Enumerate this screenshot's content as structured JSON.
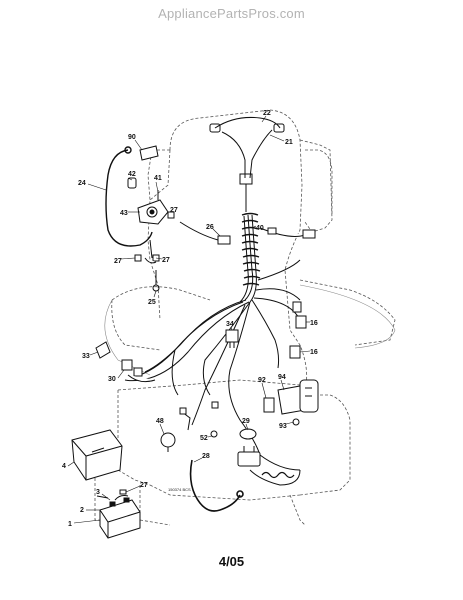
{
  "watermark": "AppliancePartsPros.com",
  "page_number": "4/05",
  "small_print": "150374 BCS",
  "callouts": {
    "c90": "90",
    "c24": "24",
    "c42": "42",
    "c41": "41",
    "c43": "43",
    "c27a": "27",
    "c27b": "27",
    "c27c": "27",
    "c27d": "27",
    "c25": "25",
    "c22": "22",
    "c21": "21",
    "c40": "40",
    "c26": "26",
    "c34": "34",
    "c16a": "16",
    "c16b": "16",
    "c33": "33",
    "c30": "30",
    "c92": "92",
    "c94": "94",
    "c93": "93",
    "c48": "48",
    "c52": "52",
    "c29": "29",
    "c28": "28",
    "c4": "4",
    "c1": "1",
    "c2": "2",
    "c3": "3"
  },
  "colors": {
    "ink": "#111111",
    "outline": "#555555",
    "watermark": "#b3b3b3"
  }
}
